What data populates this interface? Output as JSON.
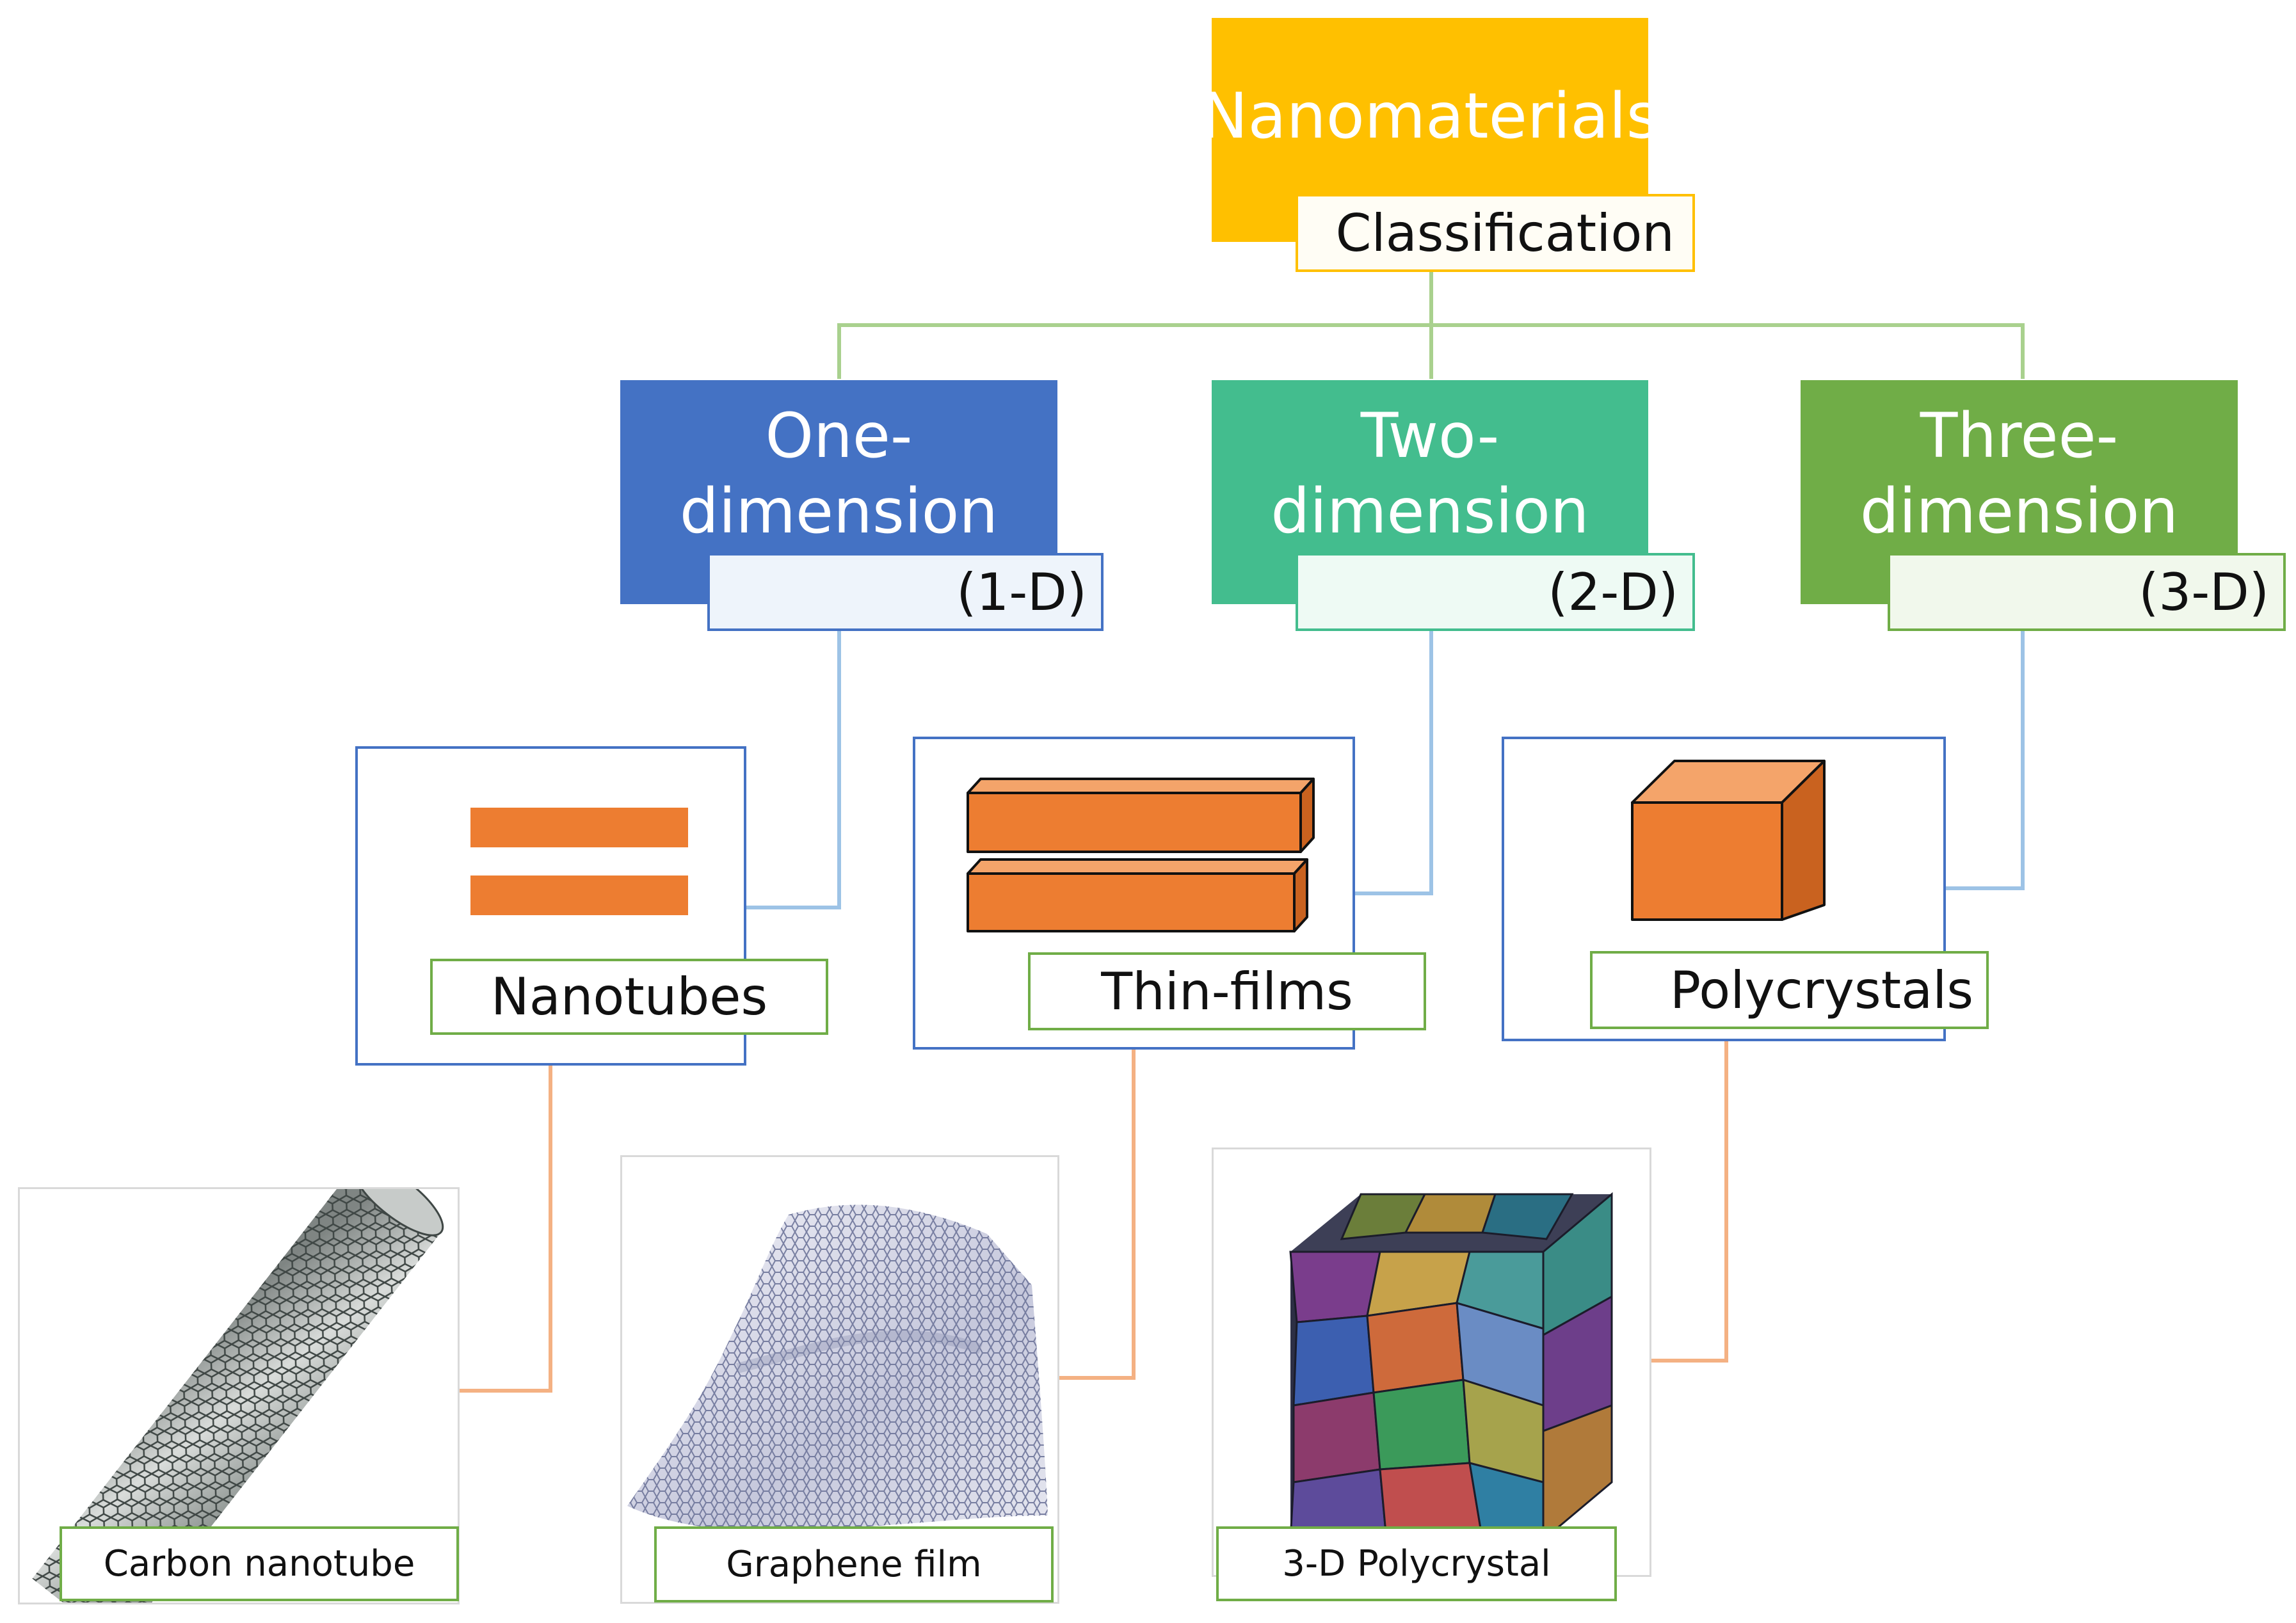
{
  "root": {
    "title": "Nanomaterials",
    "subtitle": "Classification",
    "color": "#ffc000"
  },
  "categories": [
    {
      "title_line1": "One-",
      "title_line2": "dimension",
      "tag": "(1-D)",
      "color": "#4472c4",
      "item": "Nanotubes",
      "example": "Carbon nanotube"
    },
    {
      "title_line1": "Two-",
      "title_line2": "dimension",
      "tag": "(2-D)",
      "color": "#43bd8e",
      "item": "Thin-films",
      "example": "Graphene film"
    },
    {
      "title_line1": "Three-",
      "title_line2": "dimension",
      "tag": "(3-D)",
      "color": "#70ad47",
      "item": "Polycrystals",
      "example": "3-D Polycrystal"
    }
  ],
  "colors": {
    "connector_green": "#a9d18e",
    "connector_blue": "#9dc3e6",
    "connector_orange": "#f4b183",
    "shape_orange": "#ed7d31"
  }
}
